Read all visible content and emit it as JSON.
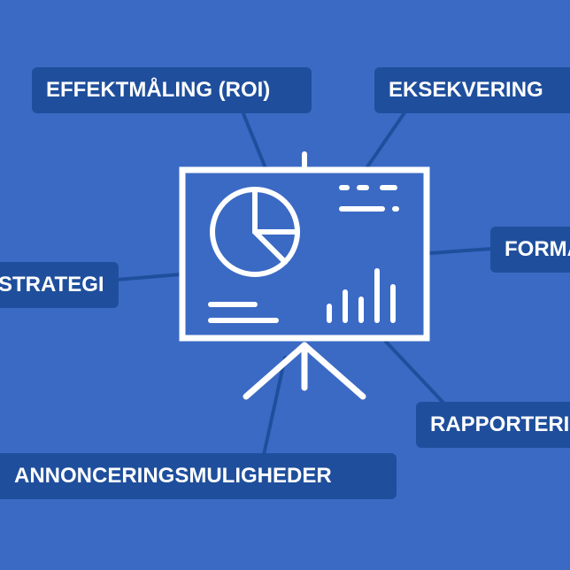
{
  "diagram": {
    "center_icon": "presentation-board-icon",
    "colors": {
      "background": "#3b6ac4",
      "label_fill": "#1f4f9c",
      "connector": "#1f4f9c",
      "icon_stroke": "#ffffff",
      "label_text": "#ffffff"
    },
    "labels": {
      "roi": "EFFEKTMÅLING (ROI)",
      "execution": "EKSEKVERING",
      "format": "FORMAT",
      "strategy": "STRATEGI",
      "reporting": "RAPPORTERING",
      "advertising": "ANNONCERINGSMULIGHEDER"
    }
  }
}
